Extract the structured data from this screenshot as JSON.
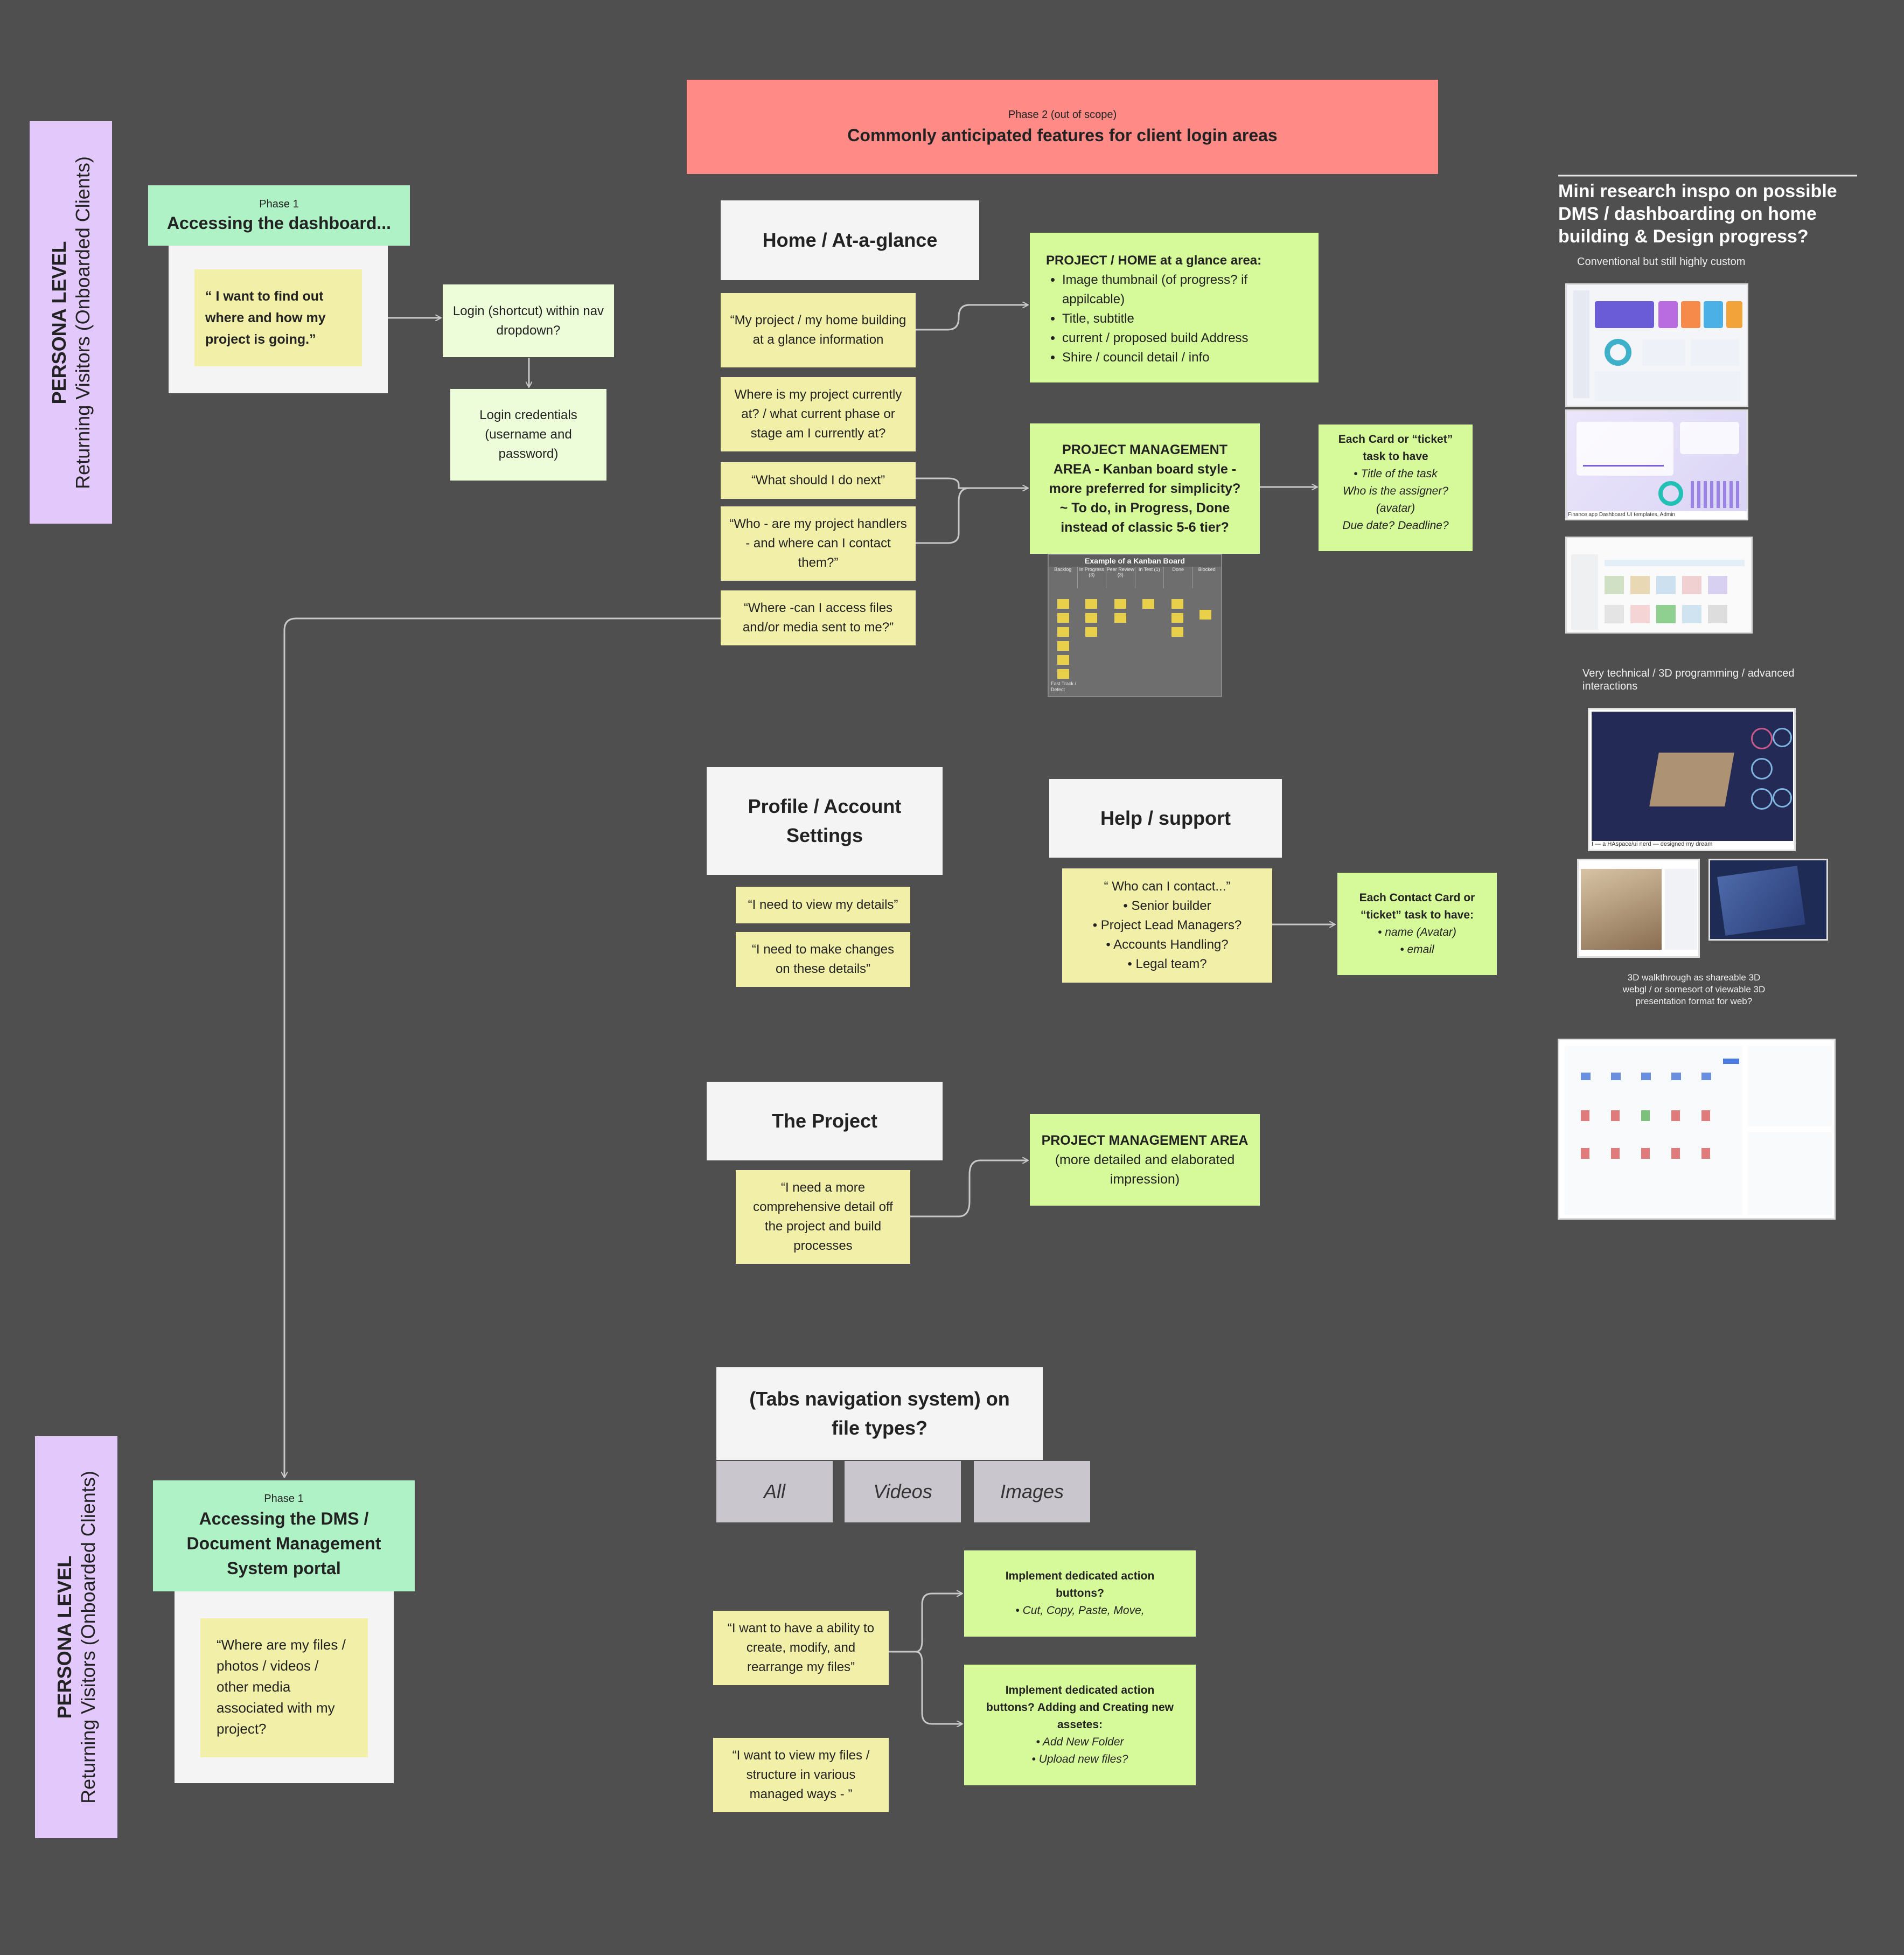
{
  "phase2": {
    "kicker": "Phase 2 (out of scope)",
    "title": "Commonly anticipated features for client login areas"
  },
  "persona_top": {
    "line1": "PERSONA LEVEL",
    "line2": "Returning Visitors (Onboarded Clients)"
  },
  "persona_bottom": {
    "line1": "PERSONA LEVEL",
    "line2": "Returning Visitors (Onboarded Clients)"
  },
  "phase1_dashboard": {
    "kicker": "Phase 1",
    "title": "Accessing the dashboard..."
  },
  "dashboard_quote": "“ I want to find out where and how my project is going.”",
  "login_shortcut": "Login (shortcut) within nav dropdown?",
  "login_credentials": "Login credentials (username and password)",
  "home": {
    "header": "Home / At-a-glance",
    "notes": [
      "“My project / my home building at a glance information",
      "Where is my project currently at? / what current phase or stage am I currently at?",
      "“What should I do next”",
      "“Who - are my project handlers - and where can I contact them?”",
      "“Where -can I access files and/or media sent to me?”"
    ]
  },
  "glance_area": {
    "title": "PROJECT / HOME at a glance area:",
    "items": [
      "Image thumbnail (of progress? if appilcable)",
      "Title, subtitle",
      "current / proposed build Address",
      "Shire / council detail / info"
    ]
  },
  "pm_area": "PROJECT MANAGEMENT AREA - Kanban board style - more preferred  for simplicity? ~ To do, in Progress, Done instead of classic 5-6 tier?",
  "ticket_card": {
    "title": "Each Card or “ticket” task to have",
    "items": [
      "Title of the task",
      "Who is the assigner? (avatar)",
      "Due date? Deadline?"
    ]
  },
  "kanban": {
    "title": "Example of a Kanban Board",
    "columns": [
      "Backlog",
      "In Progress (3)",
      "Peer Review (3)",
      "In Test (1)",
      "Done",
      "Blocked"
    ],
    "footer": "Fast Track / Defect"
  },
  "profile": {
    "header": "Profile / Account Settings",
    "notes": [
      "“I need to view my details”",
      "“I need to make changes on these details”"
    ]
  },
  "help": {
    "header": "Help / support",
    "question": "“ Who can I contact...”",
    "items": [
      "Senior builder",
      "Project Lead Managers?",
      "Accounts Handling?",
      "Legal team?"
    ]
  },
  "contact_card": {
    "title": "Each Contact Card or “ticket”  task to have:",
    "items": [
      "name (Avatar)",
      "email"
    ]
  },
  "project": {
    "header": "The Project",
    "note": "“I need a more comprehensive detail off the project and build processes"
  },
  "pm_detail": {
    "title": "PROJECT MANAGEMENT AREA",
    "sub": "(more detailed and elaborated impression)"
  },
  "tabs": {
    "header": "(Tabs navigation system) on file types?",
    "labels": [
      "All",
      "Videos",
      "Images"
    ]
  },
  "files_notes": [
    "“I want to have a ability to create, modify, and rearrange my files”",
    "“I want to view my files / structure in various managed ways - ”"
  ],
  "action_buttons_1": {
    "title": "Implement dedicated action buttons?",
    "items": [
      "Cut, Copy, Paste, Move,"
    ]
  },
  "action_buttons_2": {
    "title": "Implement dedicated action buttons? Adding and Creating new assetes:",
    "items": [
      "Add New Folder",
      "Upload new files?"
    ]
  },
  "phase1_dms": {
    "kicker": "Phase 1",
    "title": "Accessing the DMS / Document Management System portal"
  },
  "dms_quote": "“Where are my files / photos / videos / other media associated with my project?",
  "research": {
    "title": "Mini research inspo on possible DMS / dashboarding on home building & Design progress?",
    "sub": "Conventional but still highly custom",
    "technical": "Very technical / 3D programming / advanced interactions",
    "walkthrough": "3D walkthrough as shareable 3D webgl / or somesort of viewable 3D presentation format for web?",
    "thumb_caption_finance": "Finance app Dashboard UI templates, Admin",
    "thumb_caption_3d": "I — a HAspace/ui nerd — designed my dream"
  }
}
